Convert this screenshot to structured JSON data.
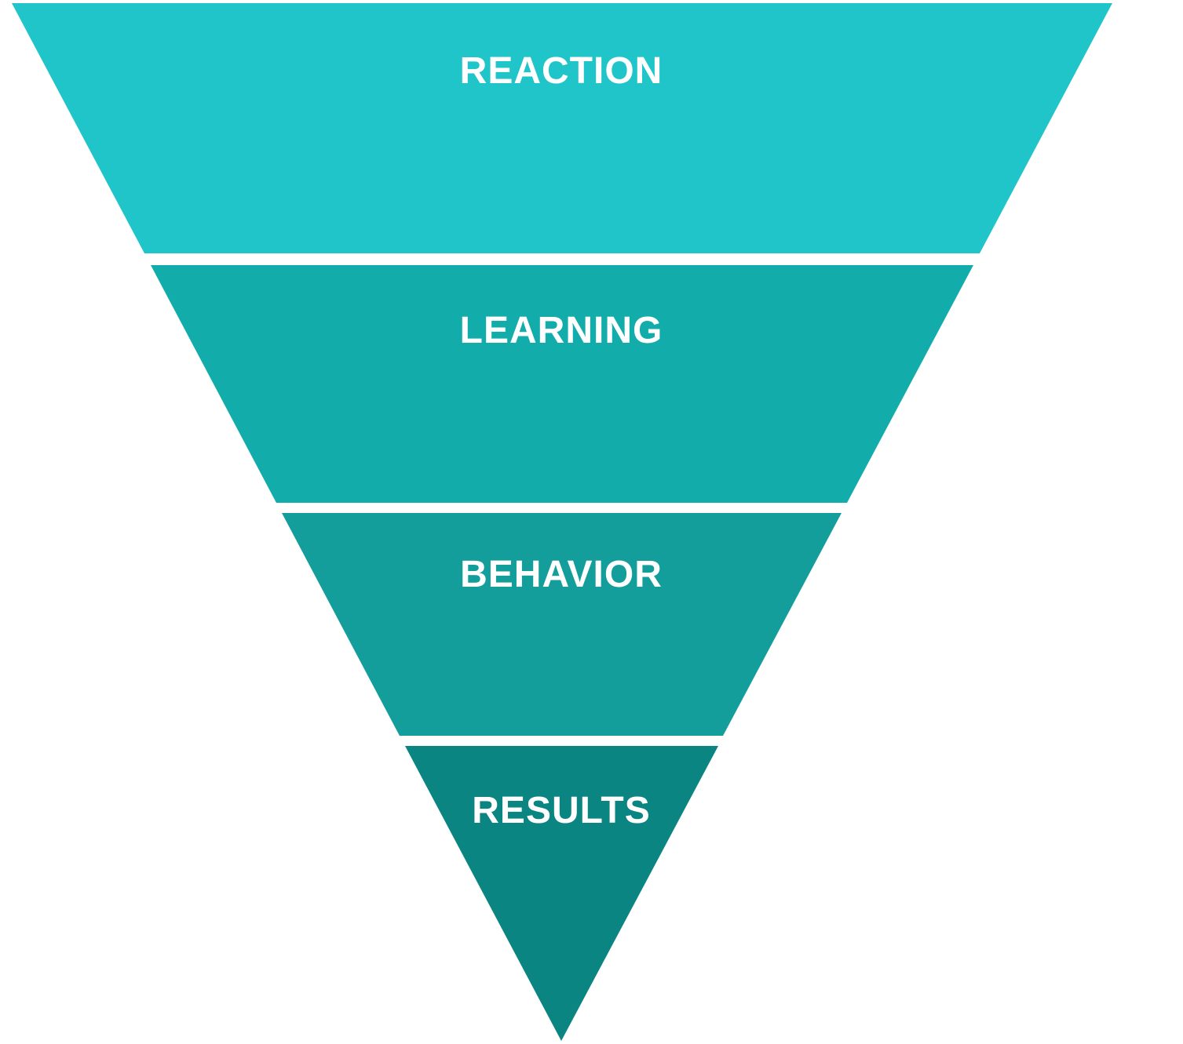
{
  "diagram": {
    "type": "inverted-pyramid-funnel",
    "background_color": "#ffffff",
    "label_color": "#ffffff",
    "levels": [
      {
        "label": "REACTION",
        "color": "#20c5c9"
      },
      {
        "label": "LEARNING",
        "color": "#12adab"
      },
      {
        "label": "BEHAVIOR",
        "color": "#139e9b"
      },
      {
        "label": "RESULTS",
        "color": "#0b8582"
      }
    ]
  }
}
